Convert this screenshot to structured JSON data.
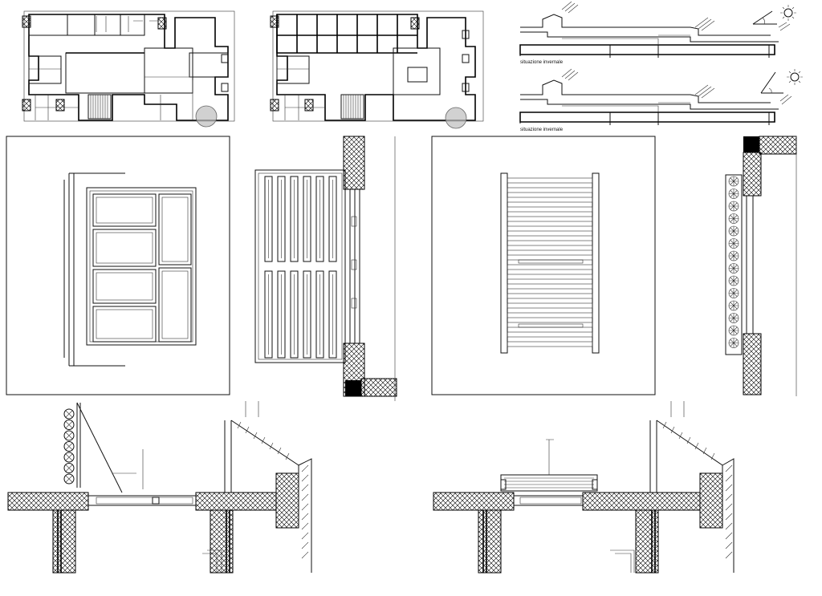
{
  "sheet": {
    "caption_top": "situazione invernale",
    "caption_bottom": "situazione invernale",
    "colors": {
      "line": "#111111",
      "highlight": "#bdbdbd",
      "background": "#ffffff"
    }
  },
  "icons": [
    "sun-icon",
    "angle-icon",
    "floor-plan",
    "section-drawing",
    "louver-detail"
  ]
}
